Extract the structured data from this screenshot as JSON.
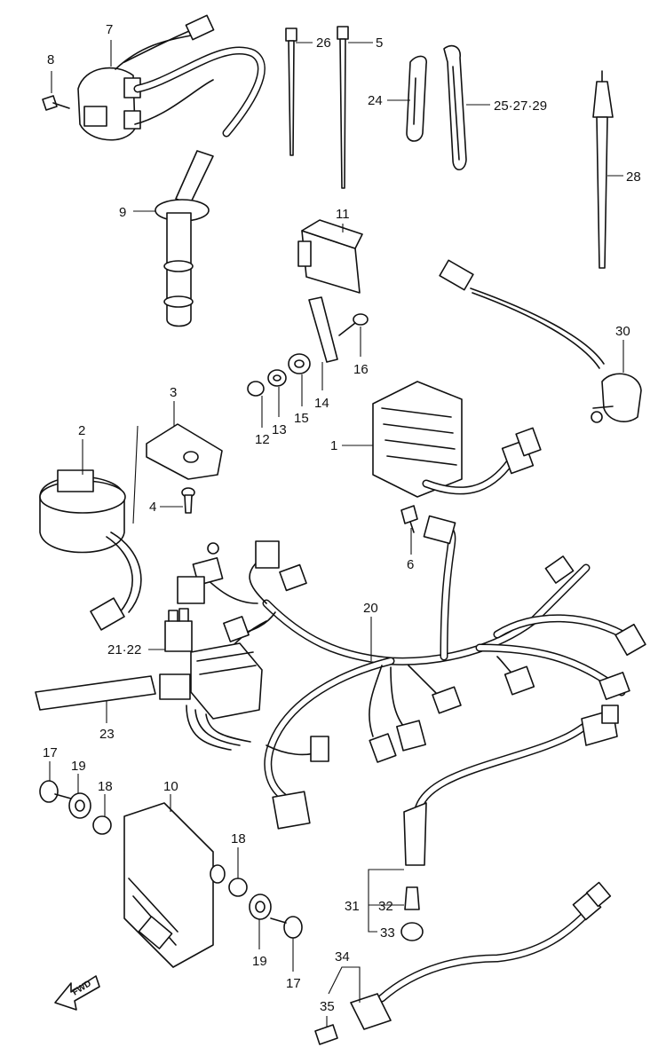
{
  "callouts": {
    "c1": "1",
    "c2": "2",
    "c3": "3",
    "c4": "4",
    "c5": "5",
    "c6": "6",
    "c7": "7",
    "c8": "8",
    "c9": "9",
    "c10": "10",
    "c11": "11",
    "c12": "12",
    "c13": "13",
    "c14": "14",
    "c15": "15",
    "c16": "16",
    "c17a": "17",
    "c17b": "17",
    "c18a": "18",
    "c18b": "18",
    "c19a": "19",
    "c19b": "19",
    "c20": "20",
    "c2122": "21·22",
    "c23": "23",
    "c24": "24",
    "c252729": "25·27·29",
    "c26": "26",
    "c28": "28",
    "c30": "30",
    "c31": "31",
    "c32": "32",
    "c33": "33",
    "c34": "34",
    "c35": "35"
  },
  "fwd_label": "FWD"
}
